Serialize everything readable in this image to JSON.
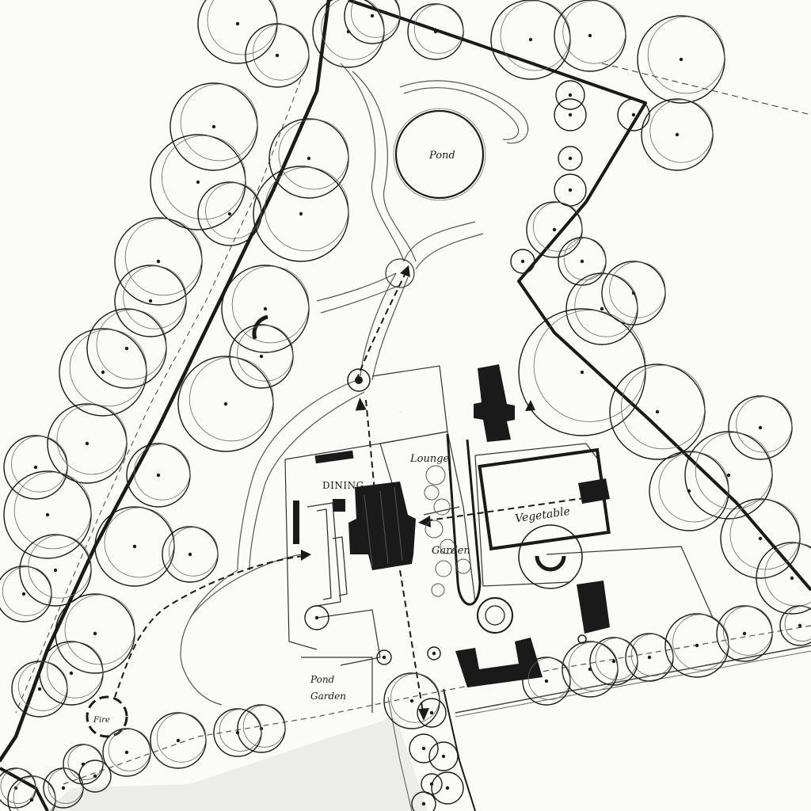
{
  "plan": {
    "labels": {
      "pond_upper": "Pond",
      "dining": "DINING",
      "lounge": "Lounge",
      "garden_mid": "Garden",
      "vegetable": "Vegetable",
      "pond_garden_1": "Pond",
      "pond_garden_2": "Garden",
      "feature_sw": "Fire"
    },
    "ink_color": "#1a1a1a",
    "paper_color": "#fbfbf9",
    "lawn_shade": "#ececea"
  }
}
